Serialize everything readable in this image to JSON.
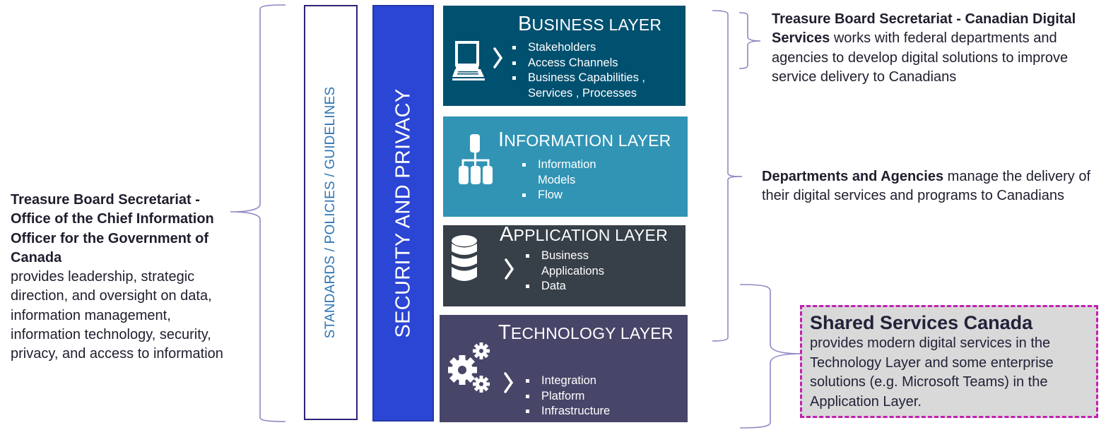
{
  "left_description": {
    "bold": "Treasure Board Secretariat - Office of the Chief Information Officer for the Government of Canada",
    "text": "provides leadership, strategic direction, and oversight on data, information management, information technology, security, privacy, and access to information"
  },
  "vertical_bars": {
    "standards": "STANDARDS / POLICIES / GUIDELINES",
    "security": "SECURITY AND PRIVACY"
  },
  "layers": [
    {
      "cap": "B",
      "rest": "USINESS LAYER",
      "icon": "computer-icon",
      "color": "#00506f",
      "items": [
        "Stakeholders",
        "Access Channels",
        "Business Capabilities , Services , Processes"
      ]
    },
    {
      "cap": "I",
      "rest": "NFORMATION LAYER",
      "icon": "hierarchy-icon",
      "color": "#3194b5",
      "items": [
        "Information Models",
        "Flow"
      ]
    },
    {
      "cap": "A",
      "rest": "PPLICATION LAYER",
      "icon": "database-icon",
      "color": "#373f48",
      "items": [
        "Business Applications",
        "Data"
      ]
    },
    {
      "cap": "T",
      "rest": "ECHNOLOGY LAYER",
      "icon": "gears-icon",
      "color": "#474669",
      "items": [
        "Integration",
        "Platform",
        "Infrastructure"
      ]
    }
  ],
  "right_descriptions": {
    "cds": {
      "bold": "Treasure Board Secretariat - Canadian Digital Services",
      "text": " works with federal departments and agencies to develop digital solutions to improve service delivery to Canadians"
    },
    "departments": {
      "bold": "Departments and Agencies",
      "text": " manage the delivery of their digital services and programs to Canadians"
    },
    "ssc": {
      "title": "Shared Services Canada",
      "text": "provides modern digital services in the Technology Layer and some enterprise solutions (e.g. Microsoft Teams) in the Application Layer.",
      "border_color": "#c21fb3",
      "background": "#d9d9d9"
    }
  }
}
